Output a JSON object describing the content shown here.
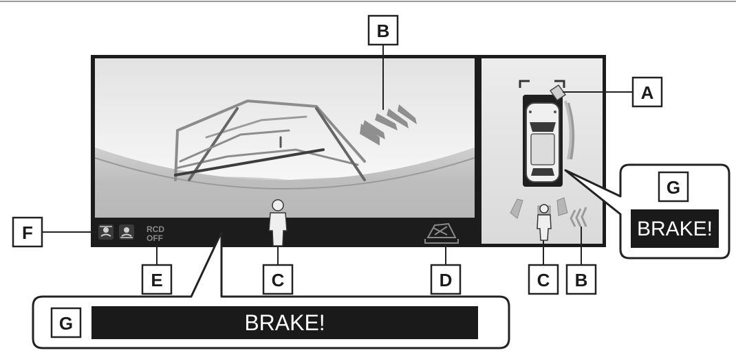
{
  "callouts": {
    "a": "A",
    "b_top": "B",
    "b_bottom": "B",
    "c_main": "C",
    "c_side": "C",
    "d": "D",
    "e": "E",
    "f": "F",
    "g_right": "G",
    "g_bottom": "G"
  },
  "indicators": {
    "rcd_line1": "RCD",
    "rcd_line2": "OFF"
  },
  "warnings": {
    "brake_right": "BRAKE!",
    "brake_bottom": "BRAKE!"
  }
}
